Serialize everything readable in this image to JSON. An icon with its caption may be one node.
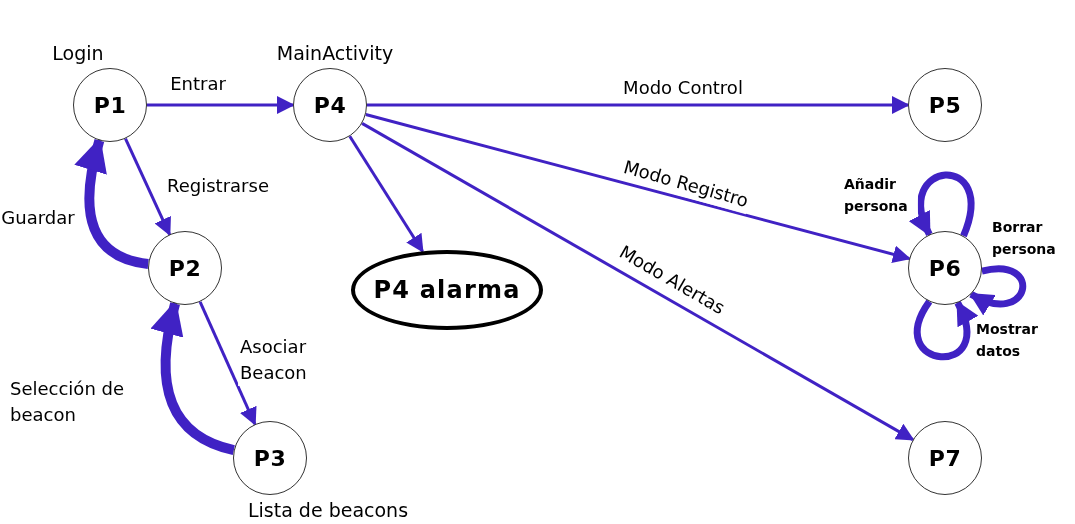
{
  "diagram": {
    "nodes": [
      {
        "text": [
          "P1"
        ],
        "beside": [
          "Login"
        ]
      },
      {
        "text": [
          "P4"
        ],
        "beside": [
          "MainActivity"
        ]
      },
      {
        "text": [
          "P2"
        ]
      },
      {
        "text": [
          "P3"
        ],
        "beside": [
          "Lista de beacons"
        ]
      },
      {
        "text": [
          "P4 alarma"
        ]
      },
      {
        "text": [
          "P5"
        ]
      },
      {
        "text": [
          "P6"
        ]
      },
      {
        "text": [
          "P7"
        ]
      }
    ],
    "edges": [
      {
        "from": 0,
        "to": 1,
        "arrow": "to",
        "label": "Entrar"
      },
      {
        "from": 0,
        "to": 2,
        "arrow": "to",
        "label": "Registrarse"
      },
      {
        "from": 2,
        "to": 0,
        "arrow": "to",
        "label": "Guardar",
        "style": "thick"
      },
      {
        "from": 2,
        "to": 3,
        "arrow": "to",
        "label": "Asociar Beacon"
      },
      {
        "from": 3,
        "to": 2,
        "arrow": "to",
        "label": "Selección de beacon",
        "style": "thick"
      },
      {
        "from": 1,
        "to": 4,
        "arrow": "to"
      },
      {
        "from": 1,
        "to": 5,
        "arrow": "to",
        "label": "Modo Control"
      },
      {
        "from": 1,
        "to": 6,
        "arrow": "to",
        "label": "Modo Registro"
      },
      {
        "from": 1,
        "to": 7,
        "arrow": "to",
        "label": "Modo Alertas"
      },
      {
        "from": 6,
        "to": 6,
        "arrow": "to",
        "label": "Añadir persona",
        "style": "thick"
      },
      {
        "from": 6,
        "to": 6,
        "arrow": "to",
        "label": "Borrar persona",
        "style": "thick"
      },
      {
        "from": 6,
        "to": 6,
        "arrow": "to",
        "label": "Mostrar datos",
        "style": "thick"
      }
    ]
  }
}
